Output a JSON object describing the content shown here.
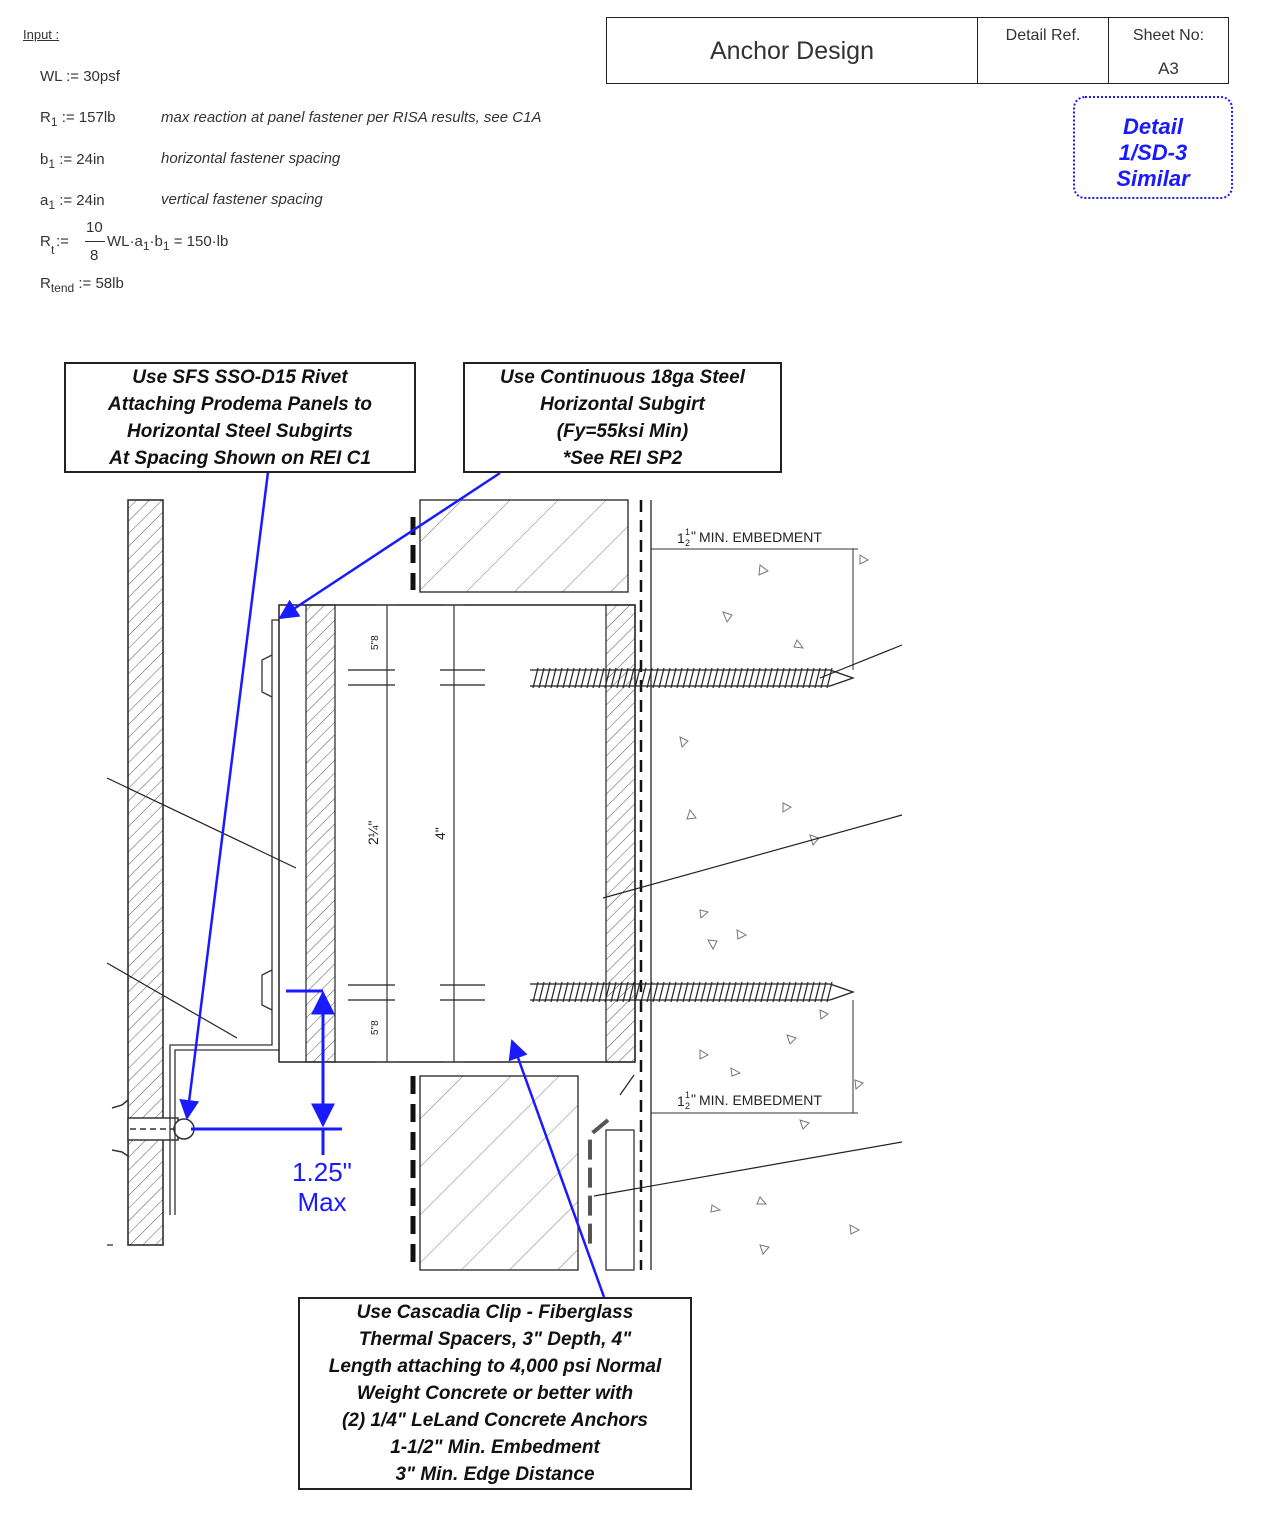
{
  "calc": {
    "input_label": "Input :",
    "wl": "WL := 30psf",
    "r1_lhs": "R",
    "r1_sub": "1",
    "r1_rhs": " := 157lb",
    "r1_note": "max reaction at panel fastener per RISA results, see C1A",
    "b1_lhs": "b",
    "b1_sub": "1",
    "b1_rhs": " := 24in",
    "b1_note": "horizontal fastener spacing",
    "a1_lhs": "a",
    "a1_sub": "1",
    "a1_rhs": " := 24in",
    "a1_note": "vertical fastener spacing",
    "rt_lhs": "R",
    "rt_sub": "t",
    "rt_assign": " :=",
    "rt_num": "10",
    "rt_den": "8",
    "rt_rhs_1": "WL·a",
    "rt_rhs_sub1": "1",
    "rt_rhs_2": "·b",
    "rt_rhs_sub2": "1",
    "rt_rhs_3": " = 150·lb",
    "rtend_lhs": "R",
    "rtend_sub": "tend",
    "rtend_rhs": " := 58lb"
  },
  "title_block": {
    "title": "Anchor Design",
    "detail_ref_label": "Detail Ref.",
    "sheet_label": "Sheet No:",
    "sheet_value": "A3"
  },
  "detail_tag": {
    "line1": "Detail",
    "line2": "1/SD-3",
    "line3": "Similar"
  },
  "callouts": {
    "rivet": [
      "Use SFS SSO-D15 Rivet",
      "Attaching Prodema Panels to",
      "Horizontal Steel Subgirts",
      "At Spacing Shown on REI C1"
    ],
    "subgirt": [
      "Use Continuous 18ga Steel",
      "Horizontal Subgirt",
      "(Fy=55ksi Min)",
      "*See REI SP2"
    ],
    "clip": [
      "Use Cascadia Clip - Fiberglass",
      "Thermal Spacers, 3\" Depth, 4\"",
      "Length attaching to 4,000 psi Normal",
      "Weight Concrete or better with",
      "(2) 1/4\" LeLand Concrete Anchors",
      "1-1/2\" Min. Embedment",
      "3\" Min. Edge Distance"
    ]
  },
  "dims": {
    "embed_top": "MIN. EMBEDMENT",
    "embed_bot": "MIN. EMBEDMENT",
    "embed_whole": "1",
    "embed_frac_num": "1",
    "embed_frac_den": "2",
    "embed_inch": "\"",
    "five_eighths": "5\"8",
    "two_and_quarter": "2¼\"",
    "four": "4\"",
    "max_value": "1.25\"",
    "max_label": "Max"
  },
  "colors": {
    "accent": "#1a1aff",
    "ink": "#222222"
  }
}
